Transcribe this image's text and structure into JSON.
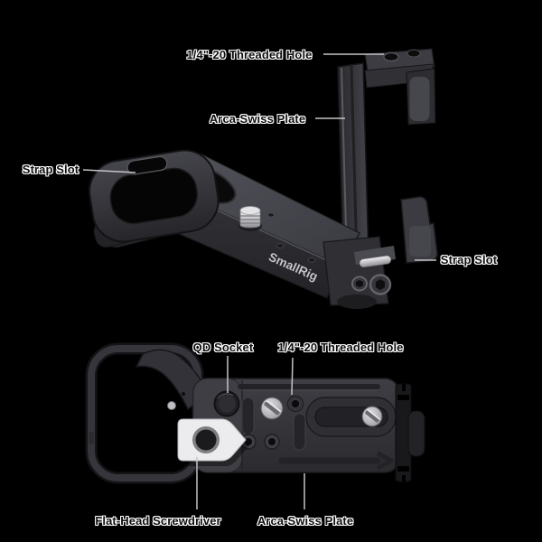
{
  "meta": {
    "description": "SmallRig L-bracket annotated product diagram, two views on black background"
  },
  "brand": "SmallRig",
  "top_view": {
    "labels": {
      "threaded_hole": "1/4\"-20 Threaded Hole",
      "arca_swiss_plate": "Arca-Swiss Plate",
      "strap_slot_left": "Strap Slot",
      "strap_slot_right": "Strap Slot"
    }
  },
  "bottom_view": {
    "labels": {
      "qd_socket": "QD Socket",
      "threaded_hole": "1/4\"-20 Threaded Hole",
      "flat_head_screwdriver": "Flat-Head Screwdriver",
      "arca_swiss_plate": "Arca-Swiss Plate"
    }
  },
  "colors": {
    "background": "#000000",
    "label_text": "#0e0e0e",
    "label_outline": "#ffffff",
    "leader_line": "#c4c4c8",
    "body_dark": "#2c2c30",
    "body_mid": "#36363b",
    "body_light": "#4a4a50",
    "silver": "#d6d6d9",
    "tool_white": "#ececee"
  }
}
